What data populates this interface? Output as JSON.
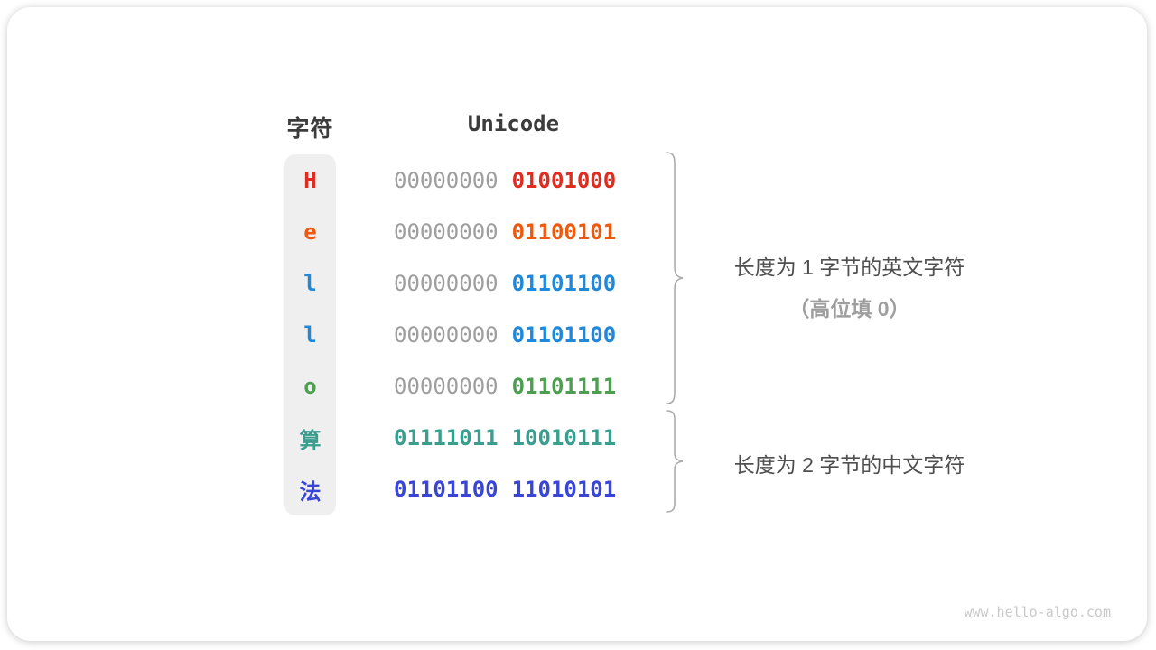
{
  "header": {
    "char_column": "字符",
    "unicode_column": "Unicode"
  },
  "rows": [
    {
      "char": "H",
      "byte1": "00000000",
      "byte2": "01001000",
      "color": "#DF2C1F",
      "byte1_color": "#9E9E9E"
    },
    {
      "char": "e",
      "byte1": "00000000",
      "byte2": "01100101",
      "color": "#ED590E",
      "byte1_color": "#9E9E9E"
    },
    {
      "char": "l",
      "byte1": "00000000",
      "byte2": "01101100",
      "color": "#2088DA",
      "byte1_color": "#9E9E9E"
    },
    {
      "char": "l",
      "byte1": "00000000",
      "byte2": "01101100",
      "color": "#2088DA",
      "byte1_color": "#9E9E9E"
    },
    {
      "char": "o",
      "byte1": "00000000",
      "byte2": "01101111",
      "color": "#4D9E50",
      "byte1_color": "#9E9E9E"
    },
    {
      "char": "算",
      "byte1": "01111011",
      "byte2": "10010111",
      "color": "#3A9E8F",
      "byte1_color": "#3A9E8F"
    },
    {
      "char": "法",
      "byte1": "01101100",
      "byte2": "11010101",
      "color": "#3946D5",
      "byte1_color": "#3946D5"
    }
  ],
  "annotations": [
    {
      "line1": "长度为 1 字节的英文字符",
      "line2": "（高位填 0）"
    },
    {
      "line1": "长度为 2 字节的中文字符"
    }
  ],
  "watermark": "www.hello-algo.com",
  "colors": {
    "gray_byte": "#9E9E9E",
    "column_background": "#EFEFEF",
    "brace_stroke": "#ABABAB",
    "header_text": "#3C3C3C",
    "annotation_text": "#4F4F4F",
    "annotation_sub_text": "#9E9E9E",
    "watermark_text": "#C9C9C9"
  }
}
